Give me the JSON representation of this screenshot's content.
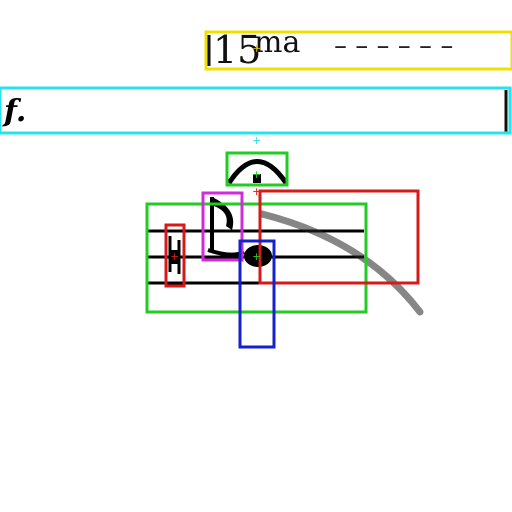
{
  "ottava": {
    "number": "15",
    "suffix": "ma",
    "dashes": "– – – – – –"
  },
  "dynamic": {
    "text": "f."
  },
  "colors": {
    "yellow_box": "#f0e000",
    "cyan_box": "#27e2ef",
    "green_box": "#22cc22",
    "magenta_box": "#d22bd8",
    "red_box": "#d61a1a",
    "blue_box": "#1422c8",
    "ink": "#000000"
  },
  "annotation_boxes": [
    {
      "label_color": "yellow",
      "target": "ottava-marking"
    },
    {
      "label_color": "cyan",
      "target": "dynamic-marking"
    },
    {
      "label_color": "green",
      "target": "fermata"
    },
    {
      "label_color": "green",
      "target": "staff-region"
    },
    {
      "label_color": "magenta",
      "target": "flag"
    },
    {
      "label_color": "red",
      "target": "accidental"
    },
    {
      "label_color": "red",
      "target": "slur"
    },
    {
      "label_color": "blue",
      "target": "stem-notehead"
    }
  ]
}
